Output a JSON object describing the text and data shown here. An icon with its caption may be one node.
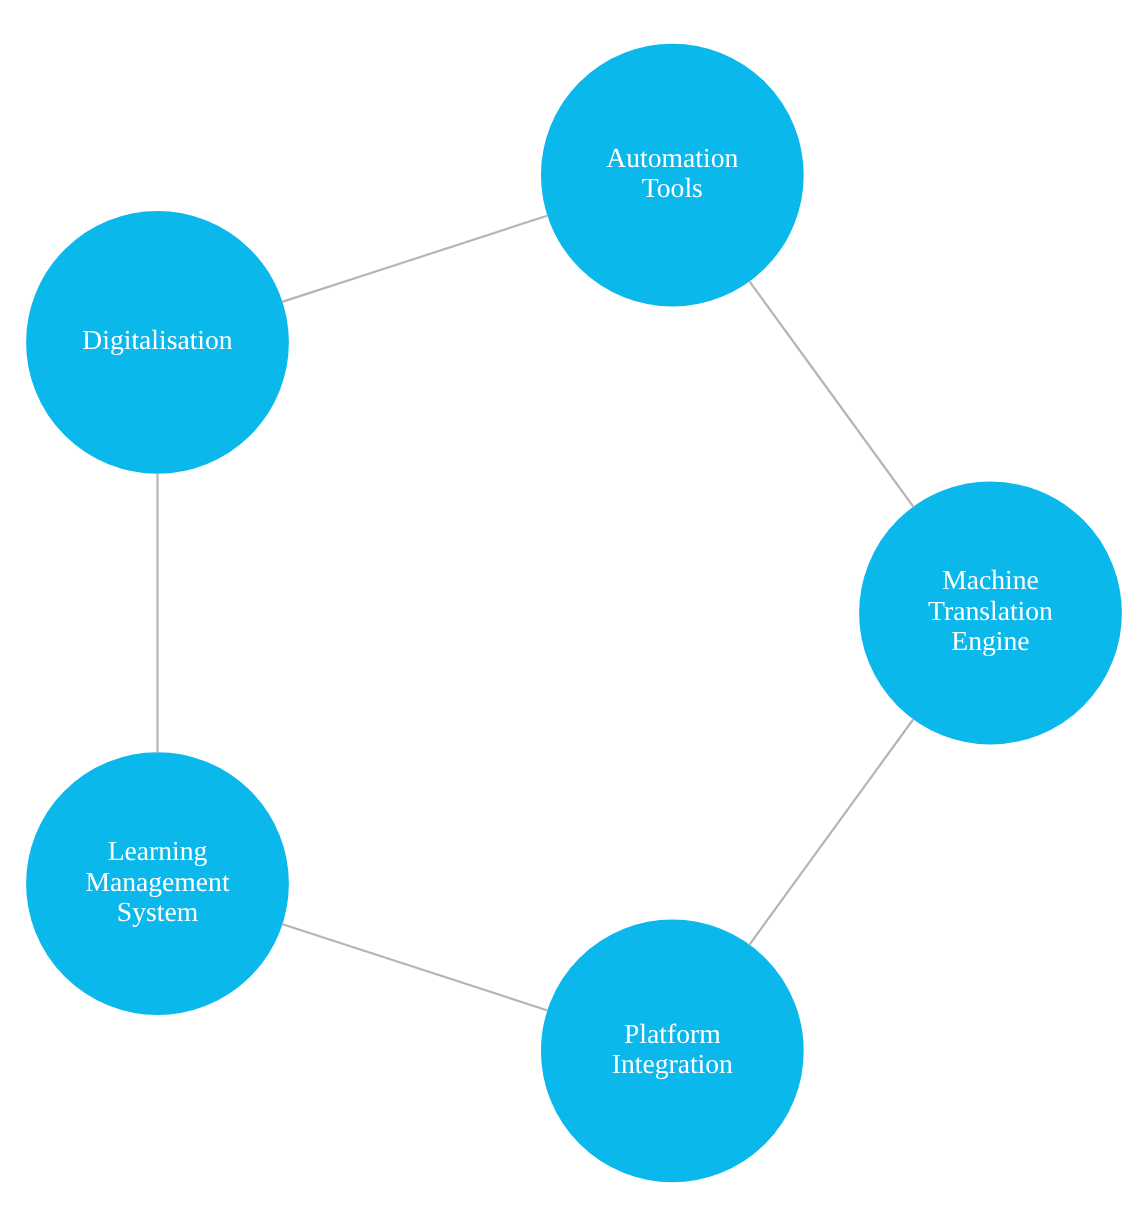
{
  "diagram": {
    "nodes": [
      {
        "text": [
          "Platform Integration"
        ]
      },
      {
        "text": [
          "Learning Management System"
        ]
      },
      {
        "text": [
          "Digitalisation"
        ]
      },
      {
        "text": [
          "Machine Translation Engine"
        ]
      },
      {
        "text": [
          "Automation Tools"
        ]
      }
    ],
    "edges": [
      {
        "from": 0,
        "to": 1,
        "arrow": "none"
      },
      {
        "from": 1,
        "to": 2,
        "arrow": "none"
      },
      {
        "from": 2,
        "to": 4,
        "arrow": "none"
      },
      {
        "from": 4,
        "to": 3,
        "arrow": "none"
      },
      {
        "from": 3,
        "to": 0,
        "arrow": "none"
      }
    ]
  }
}
